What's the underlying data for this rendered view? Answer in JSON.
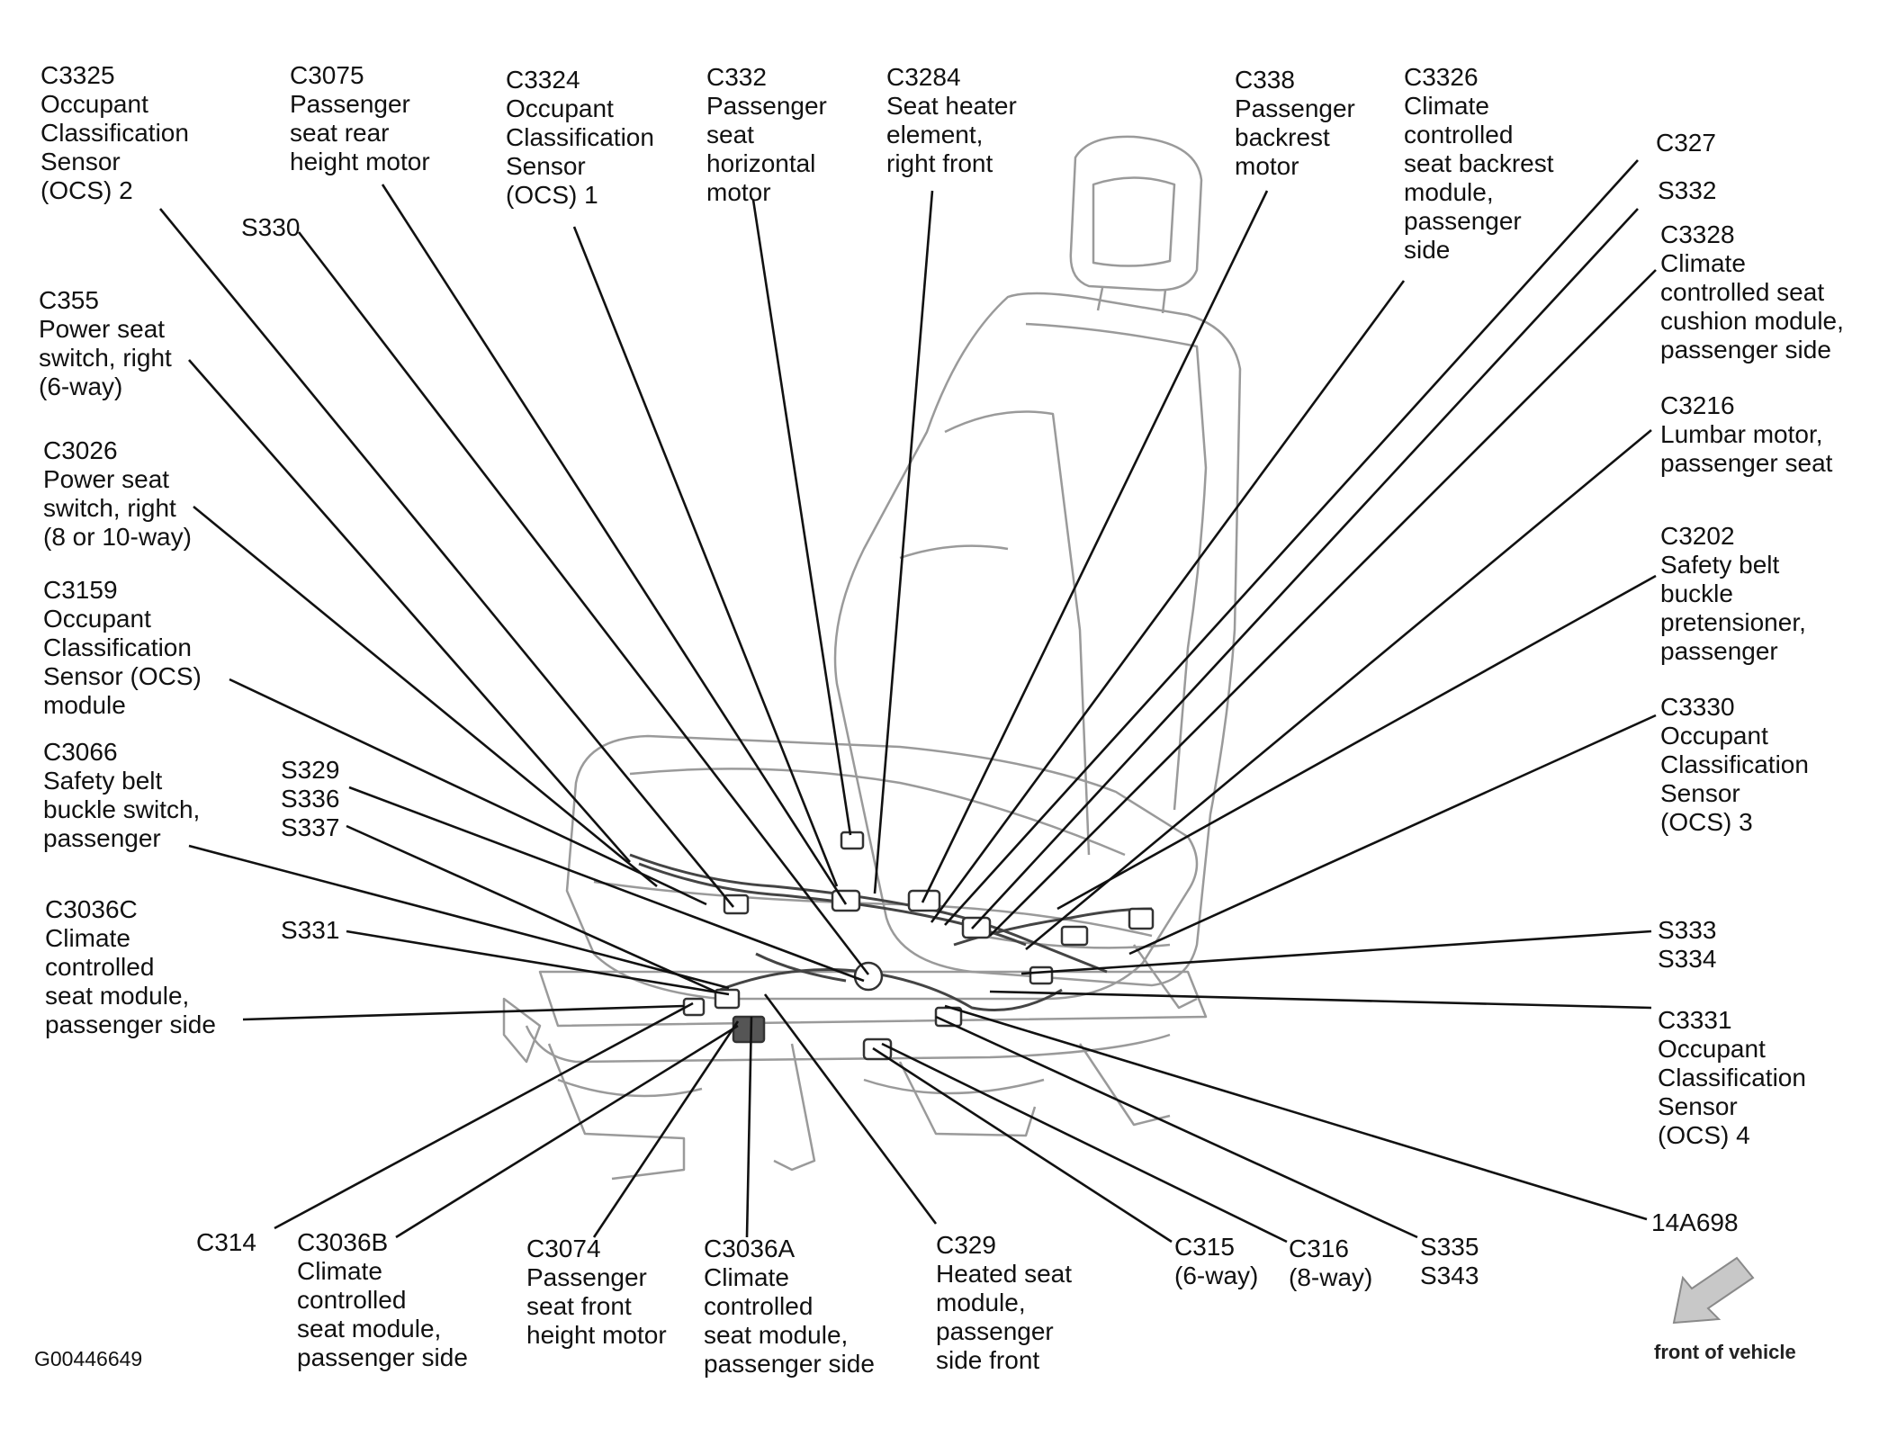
{
  "figure_id": "G00446649",
  "orientation_label": "front of vehicle",
  "colors": {
    "line": "#111111",
    "seat_outline": "#9a9a9a",
    "arrow_fill": "#c8c8c8"
  },
  "callouts": {
    "c3325": "C3325\nOccupant\nClassification\nSensor\n(OCS) 2",
    "c3075": "C3075\nPassenger\nseat rear\nheight motor",
    "c3324": "C3324\nOccupant\nClassification\nSensor\n(OCS) 1",
    "c332": "C332\nPassenger\nseat\nhorizontal\nmotor",
    "c3284": "C3284\nSeat heater\nelement,\nright front",
    "c338": "C338\nPassenger\nbackrest\nmotor",
    "c3326": "C3326\nClimate\ncontrolled\nseat backrest\nmodule,\npassenger\nside",
    "c327": "C327",
    "s332": "S332",
    "c3328": "C3328\nClimate\ncontrolled seat\ncushion module,\npassenger side",
    "s330": "S330",
    "c355": "C355\nPower seat\nswitch, right\n(6-way)",
    "c3216": "C3216\nLumbar motor,\npassenger seat",
    "c3026": "C3026\nPower seat\nswitch, right\n(8 or 10-way)",
    "c3202": "C3202\nSafety belt\nbuckle\npretensioner,\npassenger",
    "c3159": "C3159\nOccupant\nClassification\nSensor (OCS)\nmodule",
    "c3330": "C3330\nOccupant\nClassification\nSensor\n(OCS) 3",
    "c3066": "C3066\nSafety belt\nbuckle switch,\npassenger",
    "s329": "S329\nS336\nS337",
    "c3036c": "C3036C\nClimate\ncontrolled\nseat module,\npassenger side",
    "s331": "S331",
    "s333": "S333\nS334",
    "c3331": "C3331\nOccupant\nClassification\nSensor\n(OCS) 4",
    "c314": "C314",
    "c3036b": "C3036B\nClimate\ncontrolled\nseat module,\npassenger side",
    "c3074": "C3074\nPassenger\nseat front\nheight motor",
    "c3036a": "C3036A\nClimate\ncontrolled\nseat module,\npassenger side",
    "c329": "C329\nHeated seat\nmodule,\npassenger\nside front",
    "c315": "C315\n(6-way)",
    "c316": "C316\n(8-way)",
    "s335": "S335\nS343",
    "n14a698": "14A698"
  }
}
